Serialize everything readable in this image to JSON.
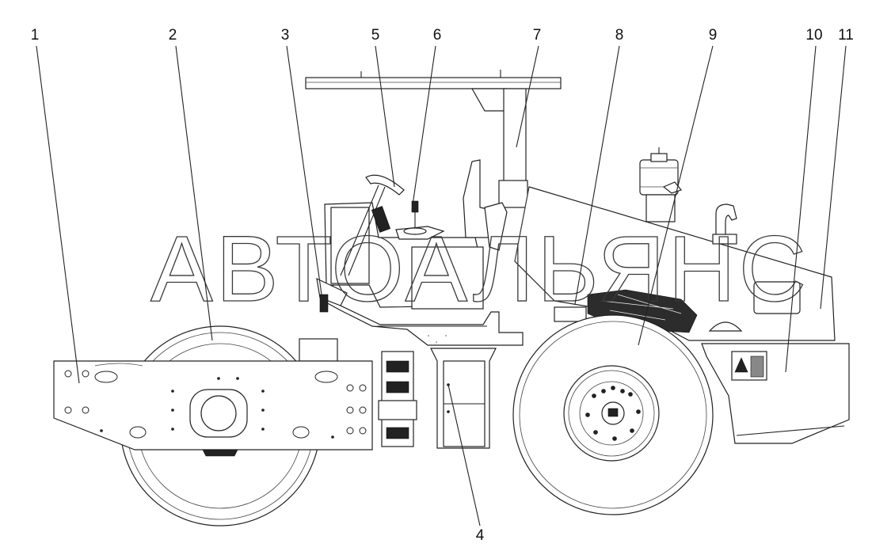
{
  "watermark": "АВТОАЛЬЯНС",
  "callouts": [
    {
      "id": "c1",
      "label": "1"
    },
    {
      "id": "c2",
      "label": "2"
    },
    {
      "id": "c3",
      "label": "3"
    },
    {
      "id": "c4",
      "label": "4"
    },
    {
      "id": "c5",
      "label": "5"
    },
    {
      "id": "c6",
      "label": "6"
    },
    {
      "id": "c7",
      "label": "7"
    },
    {
      "id": "c8",
      "label": "8"
    },
    {
      "id": "c9",
      "label": "9"
    },
    {
      "id": "c10",
      "label": "10"
    },
    {
      "id": "c11",
      "label": "11"
    }
  ],
  "colors": {
    "line": "#222222",
    "background": "#ffffff"
  }
}
